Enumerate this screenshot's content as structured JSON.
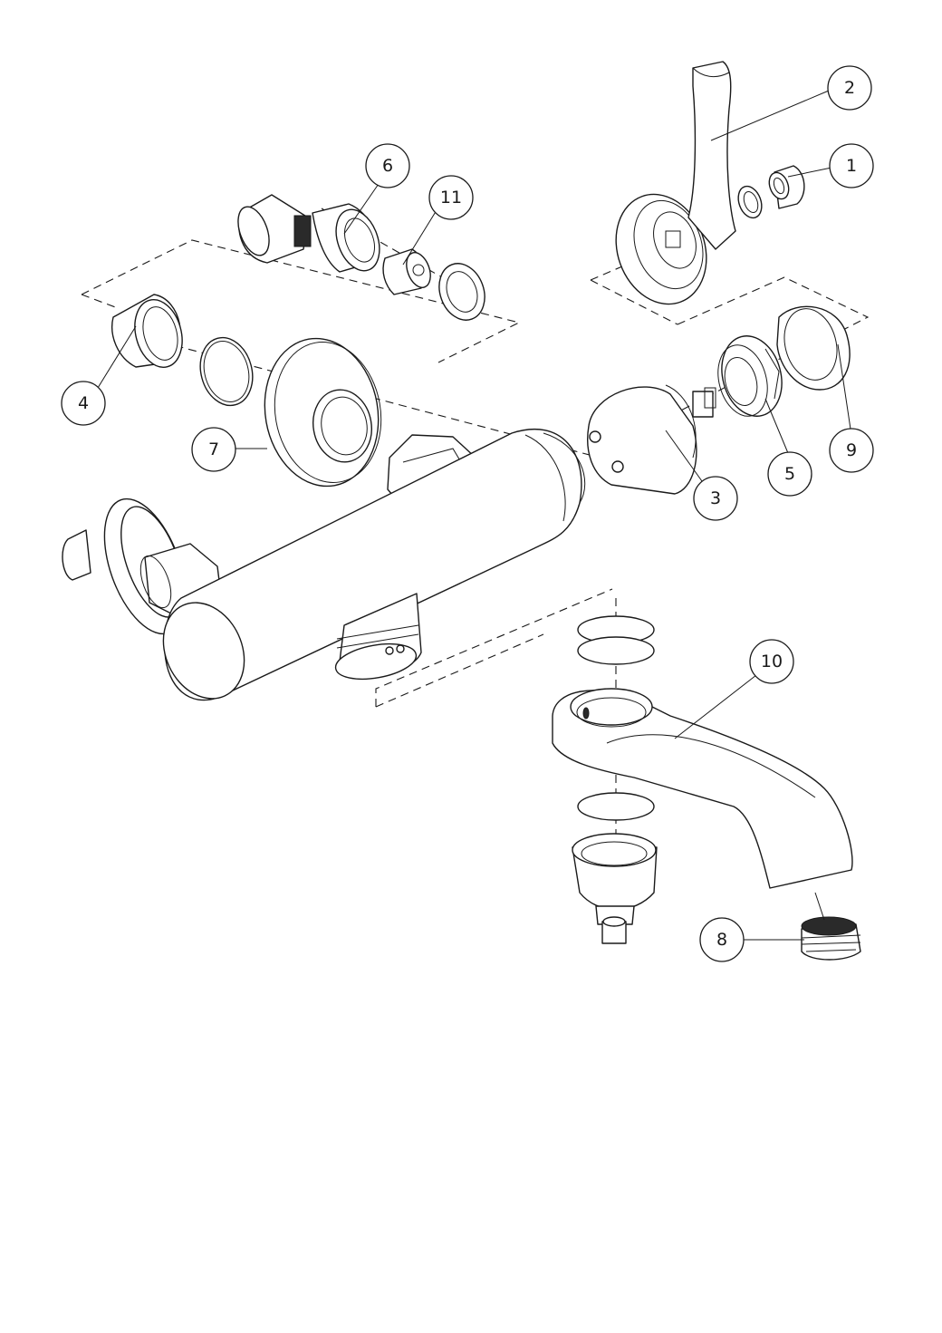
{
  "diagram": {
    "balloons": [
      {
        "id": "b1",
        "label": "1"
      },
      {
        "id": "b2",
        "label": "2"
      },
      {
        "id": "b3",
        "label": "3"
      },
      {
        "id": "b4",
        "label": "4"
      },
      {
        "id": "b5",
        "label": "5"
      },
      {
        "id": "b6",
        "label": "6"
      },
      {
        "id": "b7",
        "label": "7"
      },
      {
        "id": "b8",
        "label": "8"
      },
      {
        "id": "b9",
        "label": "9"
      },
      {
        "id": "b10",
        "label": "10"
      },
      {
        "id": "b11",
        "label": "11"
      }
    ]
  }
}
